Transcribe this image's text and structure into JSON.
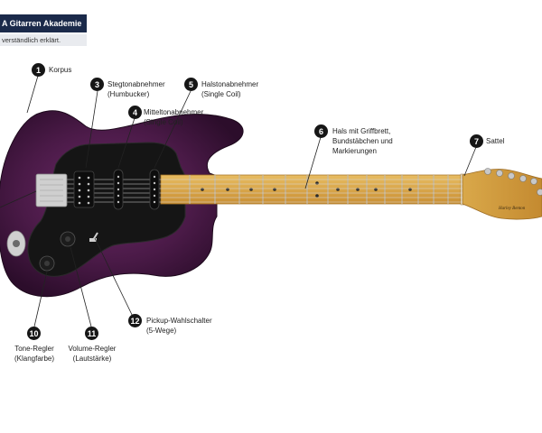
{
  "header": {
    "title": "A Gitarren Akademie",
    "subtitle": "verständlich erklärt."
  },
  "headstock_brand": "Harley Benton",
  "callouts": [
    {
      "num": "1",
      "line1": "Korpus",
      "line2": ""
    },
    {
      "num": "3",
      "line1": "Stegtonabnehmer",
      "line2": "(Humbucker)"
    },
    {
      "num": "4",
      "line1": "Mitteltonabnehmer",
      "line2": "(Single Coil)"
    },
    {
      "num": "5",
      "line1": "Halstonabnehmer",
      "line2": "(Single Coil)"
    },
    {
      "num": "6",
      "line1": "Hals mit Griffbrett,",
      "line2": "Bundstäbchen und",
      "line3": "Markierungen"
    },
    {
      "num": "7",
      "line1": "Sattel",
      "line2": ""
    },
    {
      "num": "10",
      "line1": "Tone-Regler",
      "line2": "(Klangfarbe)"
    },
    {
      "num": "11",
      "line1": "Volume-Regler",
      "line2": "(Lautstärke)"
    },
    {
      "num": "12",
      "line1": "Pickup-Wahlschalter",
      "line2": "(5-Wege)"
    }
  ],
  "colors": {
    "body": "#4a1a47",
    "pickguard": "#151515",
    "neck": "#d9a84a",
    "badge": "#161616",
    "header": "#1b2a4a"
  }
}
